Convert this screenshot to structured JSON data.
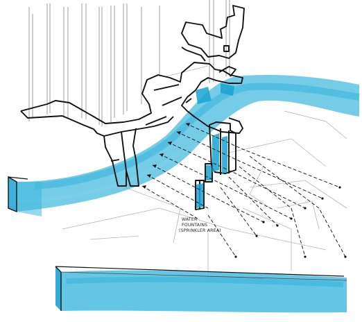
{
  "sketch": {
    "annotation_lines": [
      "WATER",
      "FOUNTAINS",
      "(SPRINKLER AREA)"
    ],
    "colors": {
      "water": "#3fb8dd",
      "water_dark": "#1aa3d3",
      "ink": "#111111",
      "pencil": "#8f8f8f",
      "paper": "#ffffff"
    },
    "icon": "perspective-site-sketch"
  }
}
